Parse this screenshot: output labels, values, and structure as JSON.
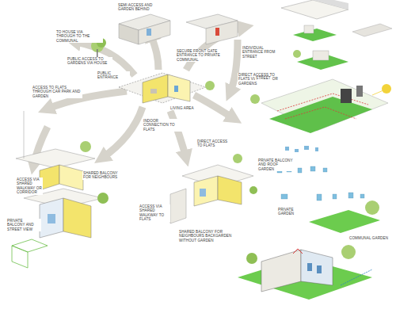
{
  "diagram": {
    "labels": [
      "SEMI ACCESS AND GARDEN BEHIND",
      "SECURE FRONT GATE ENTRANCE TO PRIVATE COMMUNAL",
      "INDIVIDUAL ENTRANCE FROM STREET",
      "TO HOUSE VIA THROUGH TO THE COMMUNAL",
      "PUBLIC ACCESS TO GARDENS VIA HOUSE",
      "PUBLIC ENTRANCE",
      "LIVING AREA",
      "DIRECT ACCESS TO FLATS VIA HOUSE OR GARDENS",
      "ACCESS TO FLATS THROUGH CAR PARK AND GARDEN",
      "INDOOR CONNECTION TO FLATS",
      "DIRECT ACCESS TO FLATS",
      "PRIVATE BALCONY AND ROOF GARDEN",
      "ACCESS VIA SHARED WALKWAY OR CORRIDOR",
      "SHARED BALCONY FOR NEIGHBOURS",
      "PRIVATE BALCONY AND STREET VIEW",
      "ACCESS VIA SHARED WALKWAY TO FLATS",
      "SHARED BALCONY FOR NEIGHBOURS BACKGARDEN WITHOUT GARDEN",
      "STREET",
      "PRIVATE GARDEN",
      "COMMUNAL GARDEN"
    ]
  }
}
